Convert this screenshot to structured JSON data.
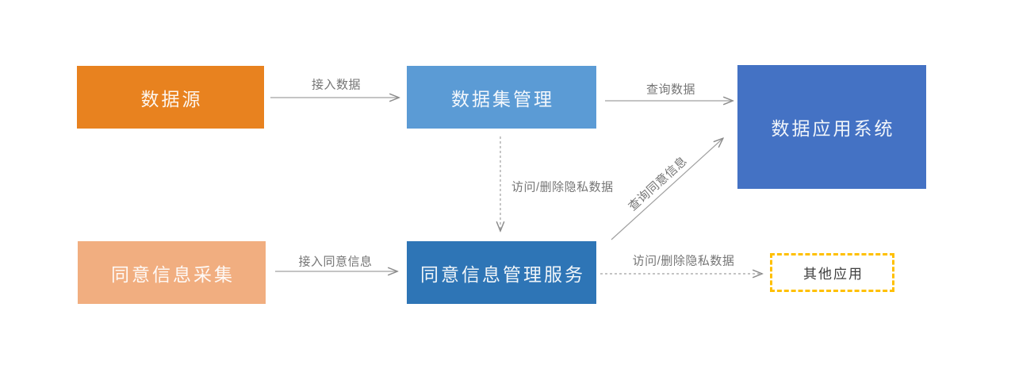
{
  "diagram": {
    "background_color": "#FFFFFF",
    "line_color": "#A0A0A0",
    "arrowhead_color": "#8C8C8C",
    "edge_label_color": "#757575",
    "nodes": [
      {
        "id": "data-source",
        "label": "数据源",
        "fill": "#E8821F",
        "text_color": "#FFFFFF",
        "shape": "rect"
      },
      {
        "id": "dataset-management",
        "label": "数据集管理",
        "fill": "#5B9BD5",
        "text_color": "#FFFFFF",
        "shape": "rect"
      },
      {
        "id": "data-application-system",
        "label": "数据应用系统",
        "fill": "#4472C4",
        "text_color": "#FFFFFF",
        "shape": "rect"
      },
      {
        "id": "consent-info-collection",
        "label": "同意信息采集",
        "fill": "#F1AE80",
        "text_color": "#FFFFFF",
        "shape": "rect"
      },
      {
        "id": "consent-info-management-service",
        "label": "同意信息管理服务",
        "fill": "#2E75B6",
        "text_color": "#FFFFFF",
        "shape": "rect"
      },
      {
        "id": "other-applications",
        "label": "其他应用",
        "fill": "#FFFFFF",
        "border_color": "#FFC000",
        "border_style": "dashed",
        "text_color": "#404040",
        "shape": "dashed-rect"
      }
    ],
    "edges": [
      {
        "from": "data-source",
        "to": "dataset-management",
        "label": "接入数据",
        "style": "solid"
      },
      {
        "from": "dataset-management",
        "to": "data-application-system",
        "label": "查询数据",
        "style": "solid"
      },
      {
        "from": "dataset-management",
        "to": "consent-info-management-service",
        "label": "访问/删除隐私数据",
        "style": "dashed"
      },
      {
        "from": "consent-info-collection",
        "to": "consent-info-management-service",
        "label": "接入同意信息",
        "style": "solid"
      },
      {
        "from": "consent-info-management-service",
        "to": "data-application-system",
        "label": "查询同意信息",
        "style": "solid",
        "label_rotation_deg": -42
      },
      {
        "from": "consent-info-management-service",
        "to": "other-applications",
        "label": "访问/删除隐私数据",
        "style": "dashed"
      }
    ]
  }
}
